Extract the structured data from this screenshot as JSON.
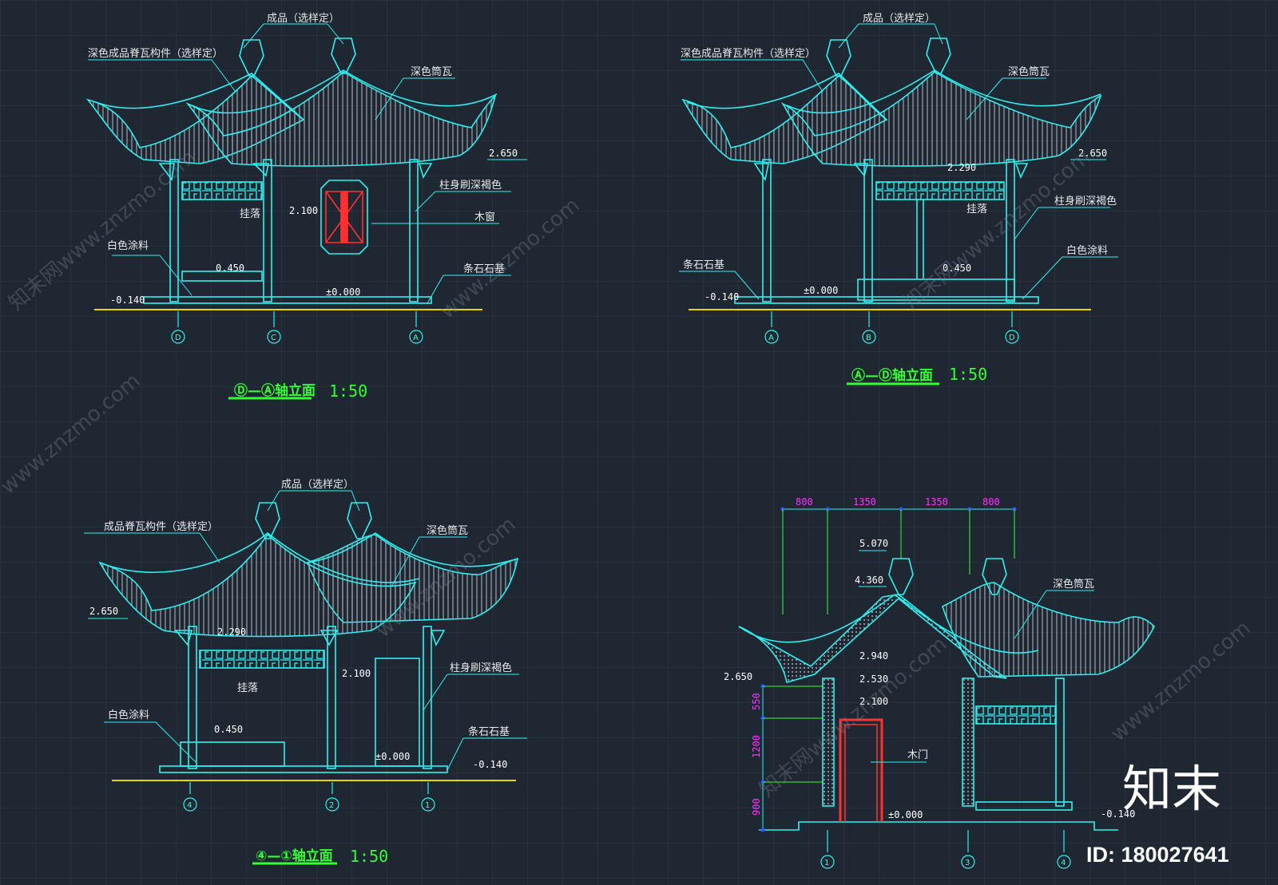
{
  "drawings": {
    "d1": {
      "title": "Ⓓ—Ⓐ轴立面",
      "scale": "1:50",
      "labels": [
        "成品（选样定）",
        "深色成品脊瓦构件（选样定）",
        "深色筒瓦",
        "柱身刷深褐色",
        "木窗",
        "挂落",
        "白色涂料",
        "条石石基"
      ],
      "dims": [
        "2.650",
        "2.100",
        "0.450",
        "-0.140",
        "±0.000"
      ],
      "axes": [
        "D",
        "C",
        "A"
      ]
    },
    "d2": {
      "title": "Ⓐ—Ⓓ轴立面",
      "scale": "1:50",
      "labels": [
        "成品（选样定）",
        "深色成品脊瓦构件（选样定）",
        "深色筒瓦",
        "挂落",
        "柱身刷深褐色",
        "白色涂料",
        "条石石基"
      ],
      "dims": [
        "2.650",
        "2.290",
        "0.450",
        "-0.140",
        "±0.000"
      ],
      "axes": [
        "A",
        "B",
        "D"
      ]
    },
    "d3": {
      "title": "④—①轴立面",
      "scale": "1:50",
      "labels": [
        "成品（选样定）",
        "成品脊瓦构件（选样定）",
        "深色筒瓦",
        "挂落",
        "柱身刷深褐色",
        "白色涂料",
        "条石石基"
      ],
      "dims": [
        "2.650",
        "2.290",
        "2.100",
        "0.450",
        "±0.000",
        "-0.140"
      ],
      "axes": [
        "4",
        "2",
        "1"
      ]
    },
    "d4": {
      "top_dims": [
        "800",
        "1350",
        "1350",
        "800"
      ],
      "side_dims": [
        "550",
        "1200",
        "900"
      ],
      "labels": [
        "深色筒瓦",
        "木门"
      ],
      "dims": [
        "5.070",
        "4.360",
        "2.940",
        "2.530",
        "2.100",
        "2.650",
        "±0.000",
        "-0.140"
      ],
      "axes": [
        "1",
        "3",
        "4"
      ]
    }
  },
  "watermarks": [
    "www.znzmo.com",
    "知末网www.znzmo.com"
  ],
  "brand": {
    "logo": "知末",
    "id": "ID: 180027641"
  },
  "colors": {
    "bg": "#1f2733",
    "grid": "#2f3846",
    "cyan": "#2ff0f0",
    "green": "#33ff33",
    "red": "#ff3030",
    "magenta": "#ff33ff",
    "yellow": "#e6d800"
  }
}
